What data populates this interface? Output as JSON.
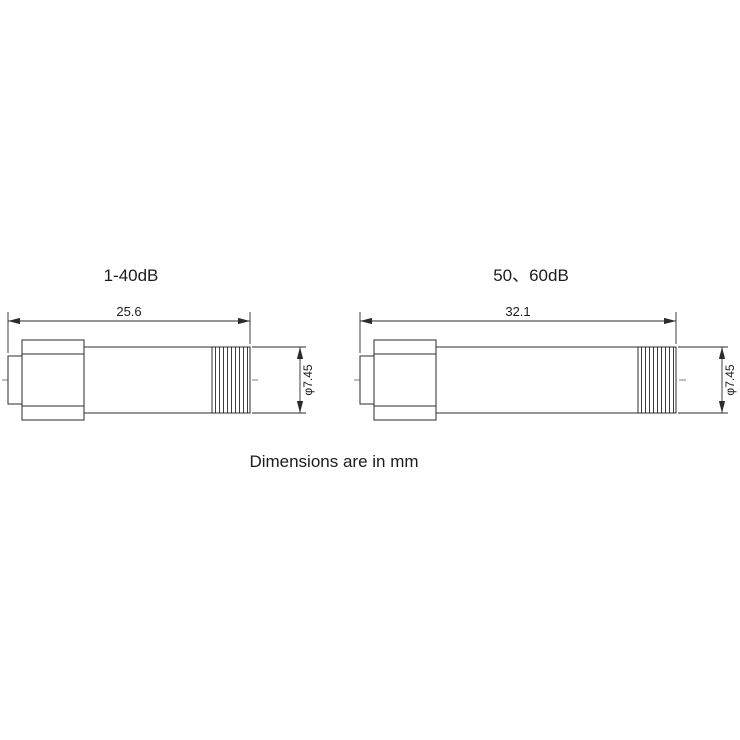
{
  "note": "Dimensions are in mm",
  "left_device": {
    "label": "1-40dB",
    "length": "25.6",
    "diameter": "φ7.45"
  },
  "right_device": {
    "label": "50、60dB",
    "length": "32.1",
    "diameter": "φ7.45"
  }
}
